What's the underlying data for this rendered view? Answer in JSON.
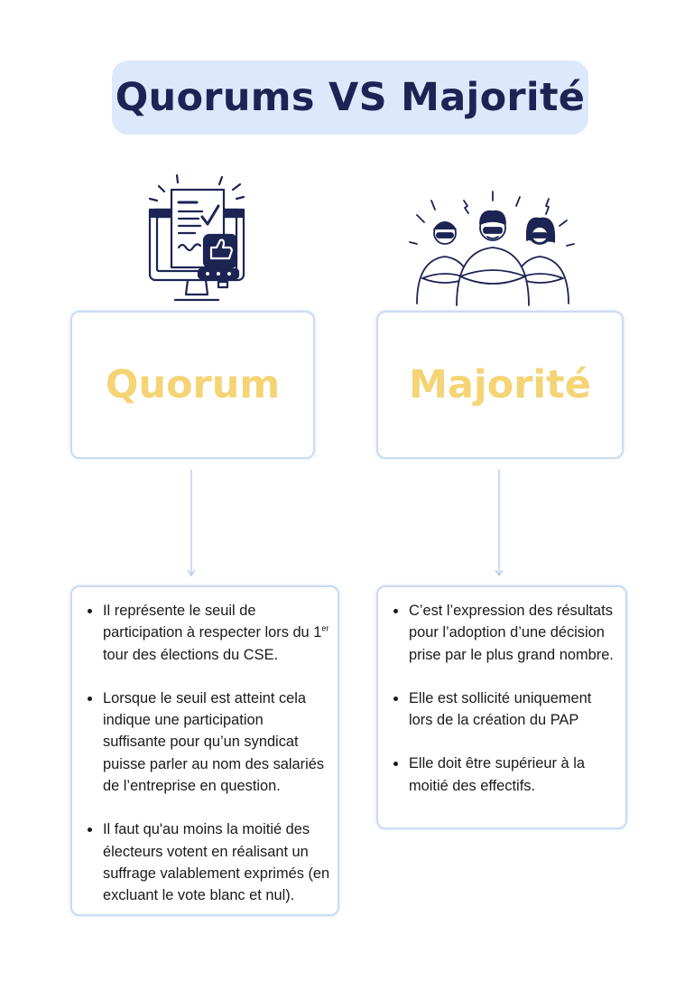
{
  "title": "Quorums VS Majorité",
  "left": {
    "term": "Quorum",
    "icon": "computer-checklist-icon",
    "bullets": [
      {
        "pre": "Il représente le seuil de participation à respecter lors du 1",
        "sup": "er",
        "post": " tour des élections du CSE."
      },
      {
        "pre": "Lorsque le seuil est atteint cela indique une participation suffisante pour qu’un syndicat puisse parler au nom des salariés de l’entreprise en question.",
        "sup": "",
        "post": ""
      },
      {
        "pre": " Il faut qu'au moins la moitié des électeurs votent en réalisant un suffrage valablement exprimés (en excluant le vote blanc et nul).",
        "sup": "",
        "post": ""
      }
    ]
  },
  "right": {
    "term": "Majorité",
    "icon": "group-crossed-arms-icon",
    "bullets": [
      "C’est l’expression des résultats pour l’adoption d’une décision prise par le plus grand nombre.",
      "Elle est sollicité  uniquement lors de la création du PAP",
      "Elle doit être supérieur à la moitié des effectifs."
    ]
  },
  "colors": {
    "title_bg": "#dce8fb",
    "title_text": "#1c2454",
    "term_text": "#f5d475",
    "border": "#c9dbf3",
    "arrow": "#b9cdee"
  }
}
